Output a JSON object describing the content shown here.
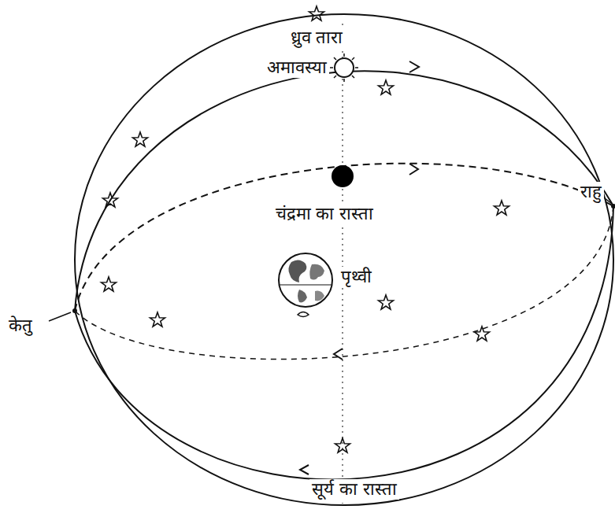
{
  "diagram": {
    "labels": [
      "ध्रुव तारा",
      "अमावस्या",
      "चंद्रमा का रास्ता",
      "पृथ्वी",
      "राहु",
      "केतु",
      "सूर्य का रास्ता"
    ]
  }
}
